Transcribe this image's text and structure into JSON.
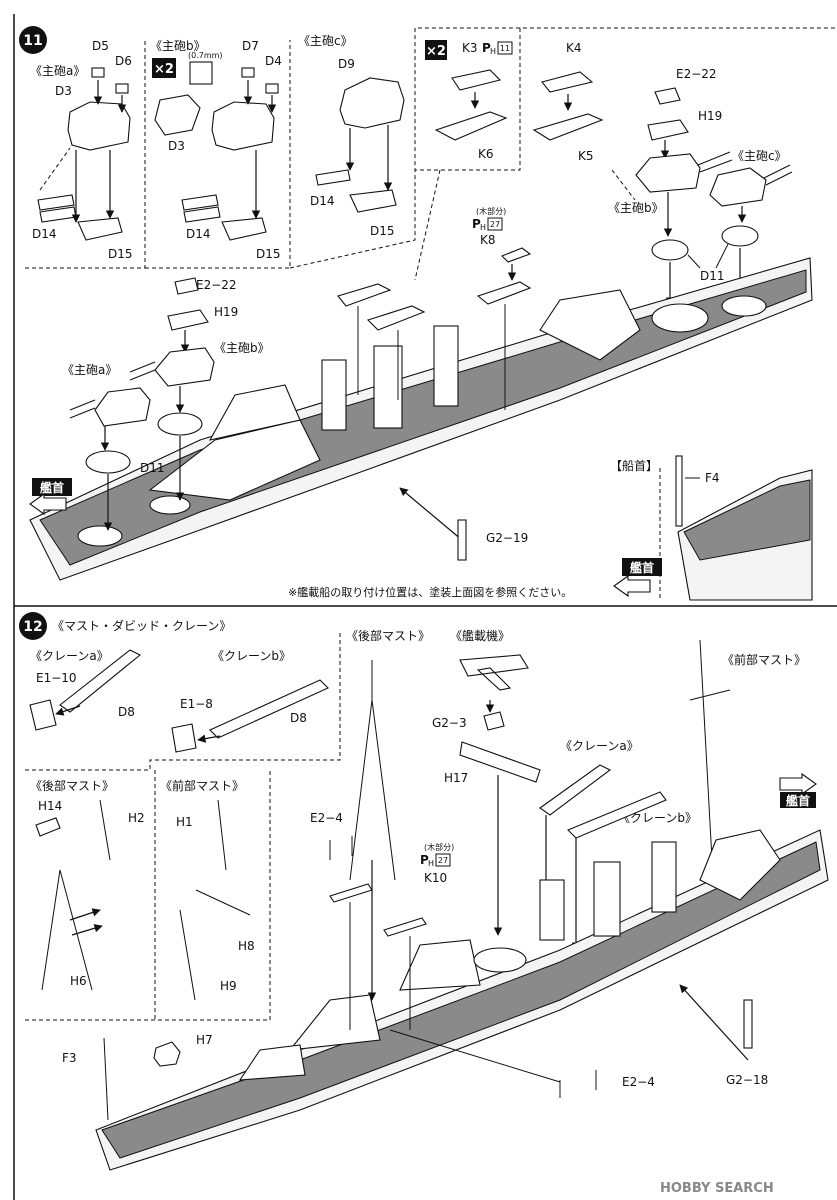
{
  "step11": {
    "number": "11",
    "turret_a": "《主砲a》",
    "turret_b": "《主砲b》",
    "turret_c": "《主砲c》",
    "x2_a": "×2",
    "x2_b": "×2",
    "drill": "(0.7mm)",
    "parts": {
      "d5": "D5",
      "d6": "D6",
      "d3a": "D3",
      "d14a": "D14",
      "d15a": "D15",
      "d7": "D7",
      "d4": "D4",
      "d3b": "D3",
      "d14b": "D14",
      "d15b": "D15",
      "d9": "D9",
      "d14c": "D14",
      "d15c": "D15",
      "k3": "K3",
      "k3ph": "P",
      "k3phsub": "H",
      "k3box": "11",
      "k6": "K6",
      "k4": "K4",
      "k5": "K5",
      "e2_22a": "E2−22",
      "h19a": "H19",
      "e2_22b": "E2−22",
      "h19b": "H19",
      "k8": "K8",
      "k8wood": "(木部分)",
      "k8ph": "P",
      "k8phsub": "H",
      "k8box": "27",
      "d11a": "D11",
      "d11b": "D11",
      "g2_19": "G2−19",
      "f4": "F4"
    },
    "main_a_ship": "《主砲a》",
    "main_b_ship": "《主砲b》",
    "main_b_right": "《主砲b》",
    "main_c_right": "《主砲c》",
    "bow_left": "艦首",
    "bow_inset_title": "【船首】",
    "bow_inset_label": "艦首",
    "note": "※艦載船の取り付け位置は、塗装上面図を参照ください。"
  },
  "step12": {
    "number": "12",
    "title": "《マスト・ダビッド・クレーン》",
    "crane_a": "《クレーンa》",
    "crane_b": "《クレーンb》",
    "aft_mast": "《後部マスト》",
    "fore_mast": "《前部マスト》",
    "aft_mast_top": "《後部マスト》",
    "aircraft": "《艦載機》",
    "crane_a_ship": "《クレーンa》",
    "crane_b_ship": "《クレーンb》",
    "fore_mast_ship": "《前部マスト》",
    "bow_right": "艦首",
    "parts": {
      "e1_10": "E1−10",
      "d8a": "D8",
      "e1_8": "E1−8",
      "d8b": "D8",
      "h14": "H14",
      "h2": "H2",
      "h6": "H6",
      "h1": "H1",
      "h8": "H8",
      "h9": "H9",
      "g2_3": "G2−3",
      "h17": "H17",
      "e2_4a": "E2−4",
      "e2_4b": "E2−4",
      "k10": "K10",
      "k10wood": "(木部分)",
      "k10ph": "P",
      "k10phsub": "H",
      "k10box": "27",
      "f3": "F3",
      "h7": "H7",
      "g2_18": "G2−18"
    }
  },
  "watermark": "HOBBY SEARCH"
}
